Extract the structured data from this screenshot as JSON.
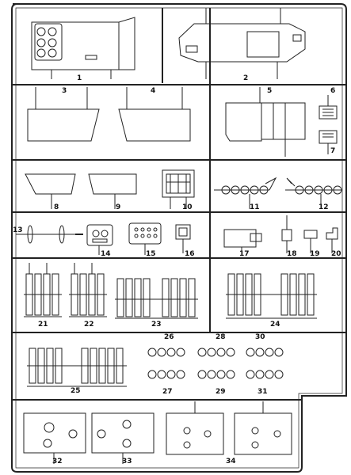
{
  "part_numbers": [
    "1",
    "2",
    "3",
    "4",
    "5",
    "6",
    "7",
    "8",
    "9",
    "10",
    "11",
    "12",
    "13",
    "14",
    "15",
    "16",
    "17",
    "18",
    "19",
    "20",
    "21",
    "22",
    "23",
    "24",
    "25",
    "26",
    "27",
    "28",
    "29",
    "30",
    "31",
    "32",
    "33",
    "34"
  ],
  "colors": {
    "line": "#222222",
    "paper": "#ffffff"
  }
}
